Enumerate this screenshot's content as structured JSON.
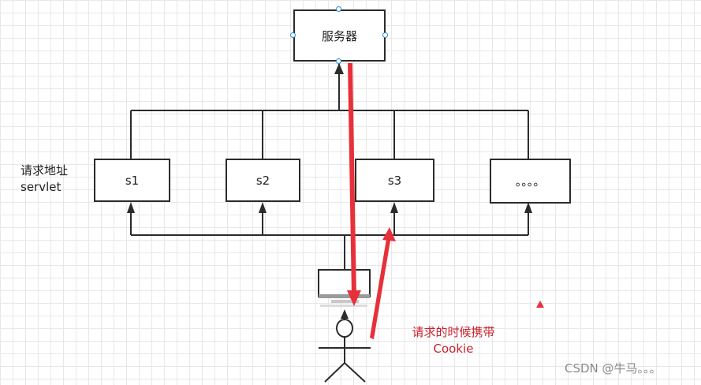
{
  "nodes": {
    "server": "服务器",
    "s1": "s1",
    "s2": "s2",
    "s3": "s3",
    "more": "。。。。"
  },
  "labels": {
    "request_line1": "请求地址",
    "request_line2": "servlet"
  },
  "annotation": {
    "line1": "请求的时候携带",
    "line2": "Cookie"
  },
  "watermark": "CSDN @牛马。。。",
  "colors": {
    "line": "#2b2b2b",
    "red": "#e8303a",
    "handle": "#2b8ad8"
  }
}
